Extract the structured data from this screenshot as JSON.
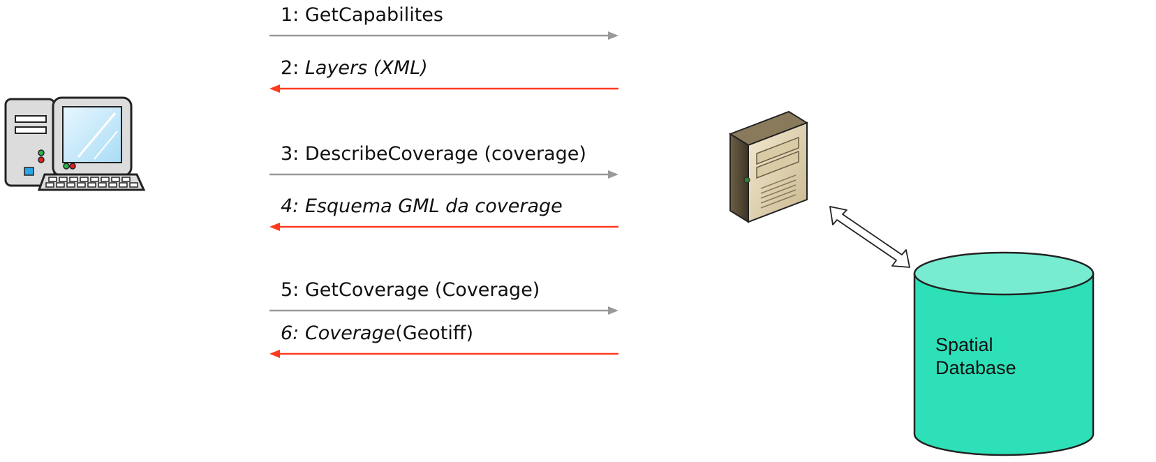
{
  "messages": [
    {
      "num": "1: ",
      "text": "GetCapabilites",
      "direction": "request",
      "color": "#999999"
    },
    {
      "num": "2: ",
      "text": "Layers (XML)",
      "direction": "response",
      "color": "#ff3a1f"
    },
    {
      "num": "3: ",
      "text": "DescribeCoverage (coverage)",
      "direction": "request",
      "color": "#999999"
    },
    {
      "num_italic": "4: Esquema GML da coverage",
      "direction": "response",
      "color": "#ff3a1f"
    },
    {
      "num": "5: ",
      "text": "GetCoverage (Coverage)",
      "direction": "request",
      "color": "#999999"
    },
    {
      "num_italic": "6: Coverage",
      "suffix": "(Geotiff)",
      "direction": "response",
      "color": "#ff3a1f"
    }
  ],
  "database": {
    "line1": "Spatial",
    "line2": "Database",
    "color": "#2ee0b8",
    "top_color": "#78ecd0"
  },
  "icons": {
    "client": "desktop-computer-icon",
    "server": "server-tower-icon"
  }
}
